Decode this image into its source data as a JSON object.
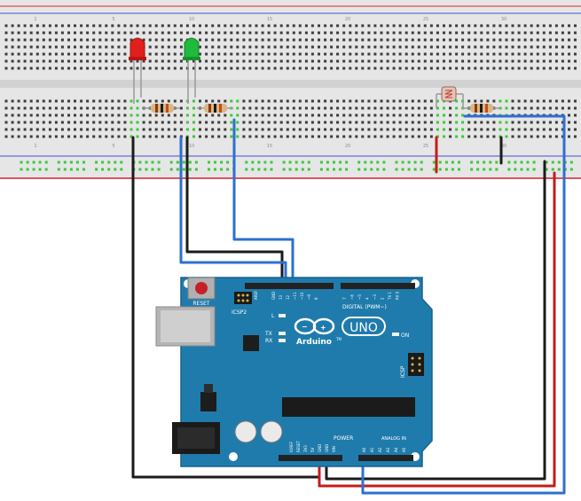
{
  "board": {
    "brand": "Arduino",
    "tm": "TM",
    "model": "UNO",
    "reset_label": "RESET",
    "icsp2_label": "ICSP2",
    "icsp_label": "ICSP",
    "l_label": "L",
    "tx_label": "TX",
    "rx_label": "RX",
    "on_label": "ON",
    "digital_label": "DIGITAL (PWM~)",
    "power_label": "POWER",
    "analog_label": "ANALOG IN",
    "aref_label": "AREF",
    "gnd_label": "GND",
    "top_header_pins": [
      "13",
      "12",
      "~11",
      "~10",
      "~9",
      "8",
      "7",
      "~6",
      "~5",
      "4",
      "~3",
      "2",
      "TX 1",
      "RX 0"
    ],
    "power_pins": [
      "IOREF",
      "RESET",
      "3V3",
      "5V",
      "GND",
      "GND",
      "VIN"
    ],
    "analog_pins": [
      "A0",
      "A1",
      "A2",
      "A3",
      "A4",
      "A5"
    ],
    "colors": {
      "pcb": "#1f7bab",
      "pcb_edge": "#176391",
      "header": "#222222",
      "text": "#ffffff"
    }
  },
  "breadboard": {
    "column_labels": [
      "1",
      "5",
      "10",
      "15",
      "20",
      "25",
      "30"
    ],
    "colors": {
      "body": "#e6e6e6",
      "rail_red": "#d9262b",
      "rail_blue": "#3a55c8",
      "hole": "#3c3c3c",
      "active": "#39c939"
    }
  },
  "components": {
    "leds": [
      {
        "name": "red-led",
        "color": "#e0201c"
      },
      {
        "name": "green-led",
        "color": "#1fbb3c"
      }
    ],
    "resistors": [
      "resistor-red-led",
      "resistor-green-led",
      "resistor-photocell"
    ],
    "photocell": "photocell"
  },
  "wires": {
    "colors": {
      "black": "#1b1b1b",
      "blue": "#2e6fd2",
      "red": "#c41c1c"
    }
  }
}
